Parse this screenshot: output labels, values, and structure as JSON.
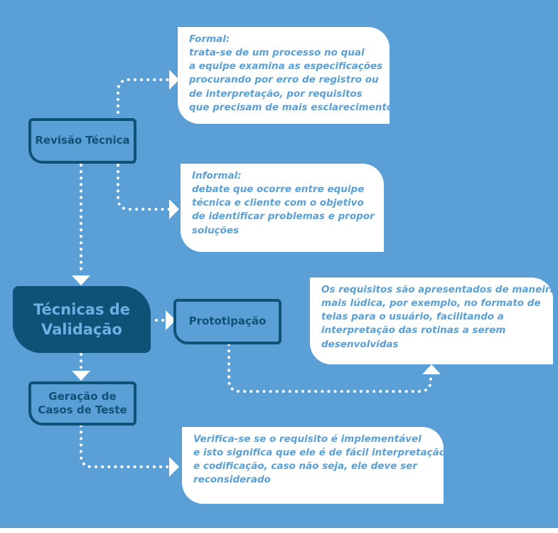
{
  "colors": {
    "background": "#5a9fd5",
    "dark": "#0f5277",
    "main_text": "#6cb1e3",
    "note_bg": "#ffffff"
  },
  "main": {
    "label_line1": "Técnicas de",
    "label_line2": "Validação"
  },
  "revisao": {
    "label": "Revisão Técnica"
  },
  "prototipacao": {
    "label": "Prototipação"
  },
  "geracao": {
    "label_line1": "Geração de",
    "label_line2": "Casos de Teste"
  },
  "formal_note": {
    "lines": [
      "Formal:",
      "trata-se de um processo no qual",
      "a equipe examina as especificações",
      "procurando por erro de registro ou",
      "de interpretação, por requisitos",
      "que precisam de mais esclarecimento"
    ]
  },
  "informal_note": {
    "lines": [
      "Informal:",
      "debate que ocorre entre equipe",
      "técnica e cliente com o objetivo",
      "de identificar problemas e propor",
      "soluções"
    ]
  },
  "proto_note": {
    "lines": [
      "Os requisitos são apresentados de maneira",
      "mais lúdica, por exemplo, no formato de",
      "telas para o usuário, facilitando a",
      "interpretação das rotinas a serem",
      "desenvolvidas"
    ]
  },
  "geracao_note": {
    "lines": [
      "Verifica-se se o requisito é implementável",
      "e isto significa que ele é de fácil interpretação",
      "e codificação, caso não seja, ele deve ser",
      "reconsiderado"
    ]
  }
}
